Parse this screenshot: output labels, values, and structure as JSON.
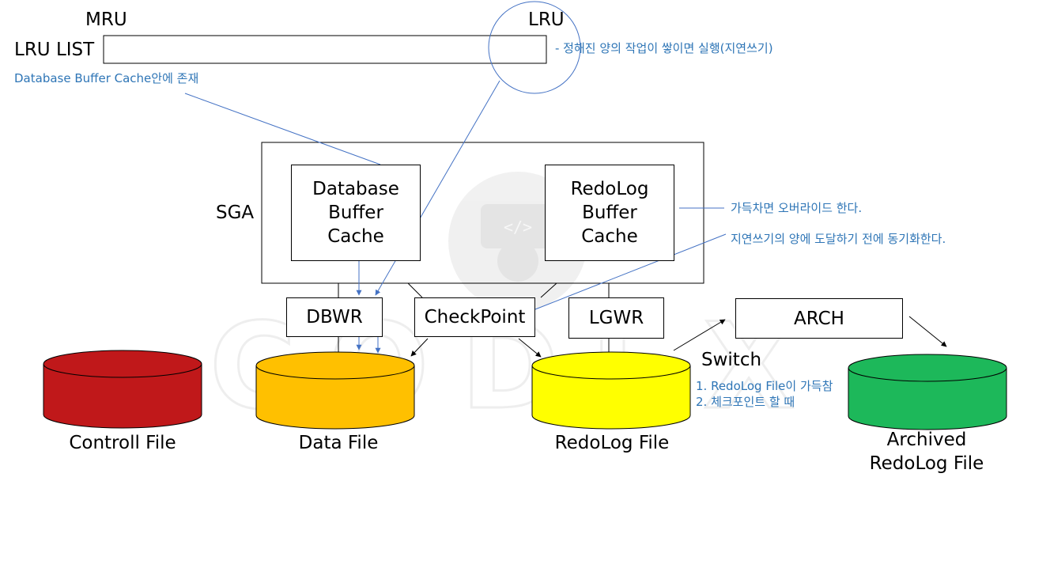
{
  "lru_list": {
    "mru_label": "MRU",
    "lru_label": "LRU",
    "list_label": "LRU LIST",
    "note_location": "Database Buffer Cache안에 존재",
    "note_write": "- 정해진 양의 작업이 쌓이면 실행(지연쓰기)"
  },
  "sga": {
    "label": "SGA",
    "db_buffer_cache": [
      "Database",
      "Buffer",
      "Cache"
    ],
    "redolog_buffer_cache": [
      "RedoLog",
      "Buffer",
      "Cache"
    ],
    "note_overwrite": "가득차면 오버라이드 한다.",
    "note_sync": "지연쓰기의 양에 도달하기 전에 동기화한다."
  },
  "processes": {
    "dbwr": "DBWR",
    "checkpoint": "CheckPoint",
    "lgwr": "LGWR",
    "arch": "ARCH"
  },
  "switch": {
    "label": "Switch",
    "reasons": [
      "1. RedoLog File이 가득참",
      "2. 체크포인트 할 때"
    ]
  },
  "files": {
    "control": {
      "label": "Controll File",
      "color": "#c00000"
    },
    "data": {
      "label": "Data File",
      "color": "#ffc000"
    },
    "redolog": {
      "label": "RedoLog File",
      "color": "#ffff00"
    },
    "archived": {
      "label_lines": [
        "Archived",
        "RedoLog File"
      ],
      "color": "#00b050"
    }
  },
  "colors": {
    "annotation": "#2e75b6",
    "line": "#4472c4",
    "watermark": "#efefef"
  },
  "watermark": {
    "text": "CODEX"
  }
}
